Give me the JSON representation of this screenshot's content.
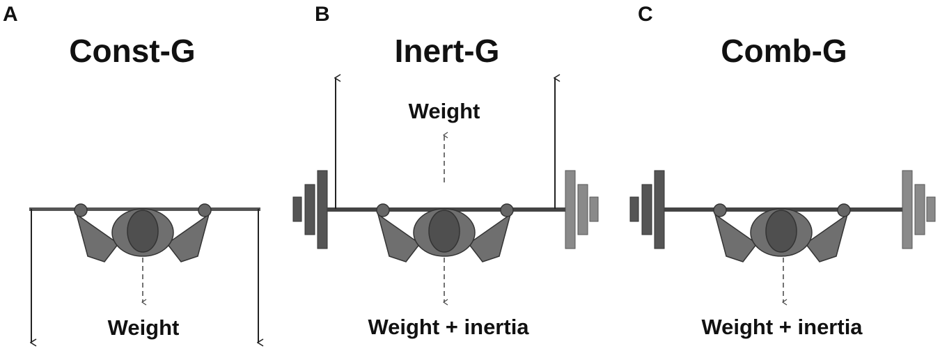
{
  "panels": [
    {
      "letter": "A",
      "title": "Const-G",
      "labels": [
        "Weight"
      ]
    },
    {
      "letter": "B",
      "title": "Inert-G",
      "labels": [
        "Weight",
        "Weight + inertia"
      ]
    },
    {
      "letter": "C",
      "title": "Comb-G",
      "labels": [
        "Weight + inertia"
      ]
    }
  ],
  "colors": {
    "line": "#222222",
    "plate_dark": "#555555",
    "plate_light": "#8a8a8a",
    "body": "#6f6f6f",
    "head": "#4f4f4f"
  }
}
